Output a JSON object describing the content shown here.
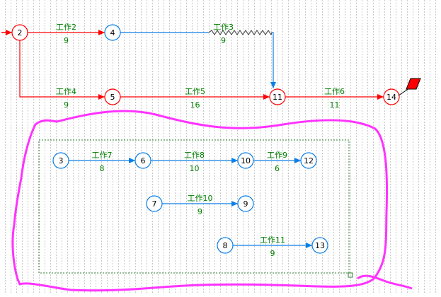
{
  "colors": {
    "critical": "#ff0000",
    "normal": "#0a7fe6",
    "label_text": "#008000",
    "group_box": "#2e7d32",
    "highlight_stroke": "#ff33ff",
    "grid": "#c8c8c8",
    "finish_flag": "#ff0000"
  },
  "nodes": [
    {
      "id": "2",
      "critical": true
    },
    {
      "id": "4",
      "critical": false
    },
    {
      "id": "5",
      "critical": true
    },
    {
      "id": "11",
      "critical": true
    },
    {
      "id": "14",
      "critical": true
    },
    {
      "id": "3",
      "critical": false
    },
    {
      "id": "6",
      "critical": false
    },
    {
      "id": "10",
      "critical": false
    },
    {
      "id": "12",
      "critical": false
    },
    {
      "id": "7",
      "critical": false
    },
    {
      "id": "9",
      "critical": false
    },
    {
      "id": "8",
      "critical": false
    },
    {
      "id": "13",
      "critical": false
    }
  ],
  "activities": [
    {
      "name": "工作2",
      "duration": "9",
      "from": "2",
      "to": "4",
      "critical": true
    },
    {
      "name": "工作3",
      "duration": "9",
      "from": "4",
      "to": "11",
      "critical": false,
      "free_float": true
    },
    {
      "name": "工作4",
      "duration": "9",
      "from": "2",
      "to": "5",
      "critical": true
    },
    {
      "name": "工作5",
      "duration": "16",
      "from": "5",
      "to": "11",
      "critical": true
    },
    {
      "name": "工作6",
      "duration": "11",
      "from": "11",
      "to": "14",
      "critical": true
    },
    {
      "name": "工作7",
      "duration": "8",
      "from": "3",
      "to": "6",
      "critical": false
    },
    {
      "name": "工作8",
      "duration": "10",
      "from": "6",
      "to": "10",
      "critical": false
    },
    {
      "name": "工作9",
      "duration": "6",
      "from": "10",
      "to": "12",
      "critical": false
    },
    {
      "name": "工作10",
      "duration": "9",
      "from": "7",
      "to": "9",
      "critical": false
    },
    {
      "name": "工作11",
      "duration": "9",
      "from": "8",
      "to": "13",
      "critical": false
    }
  ]
}
